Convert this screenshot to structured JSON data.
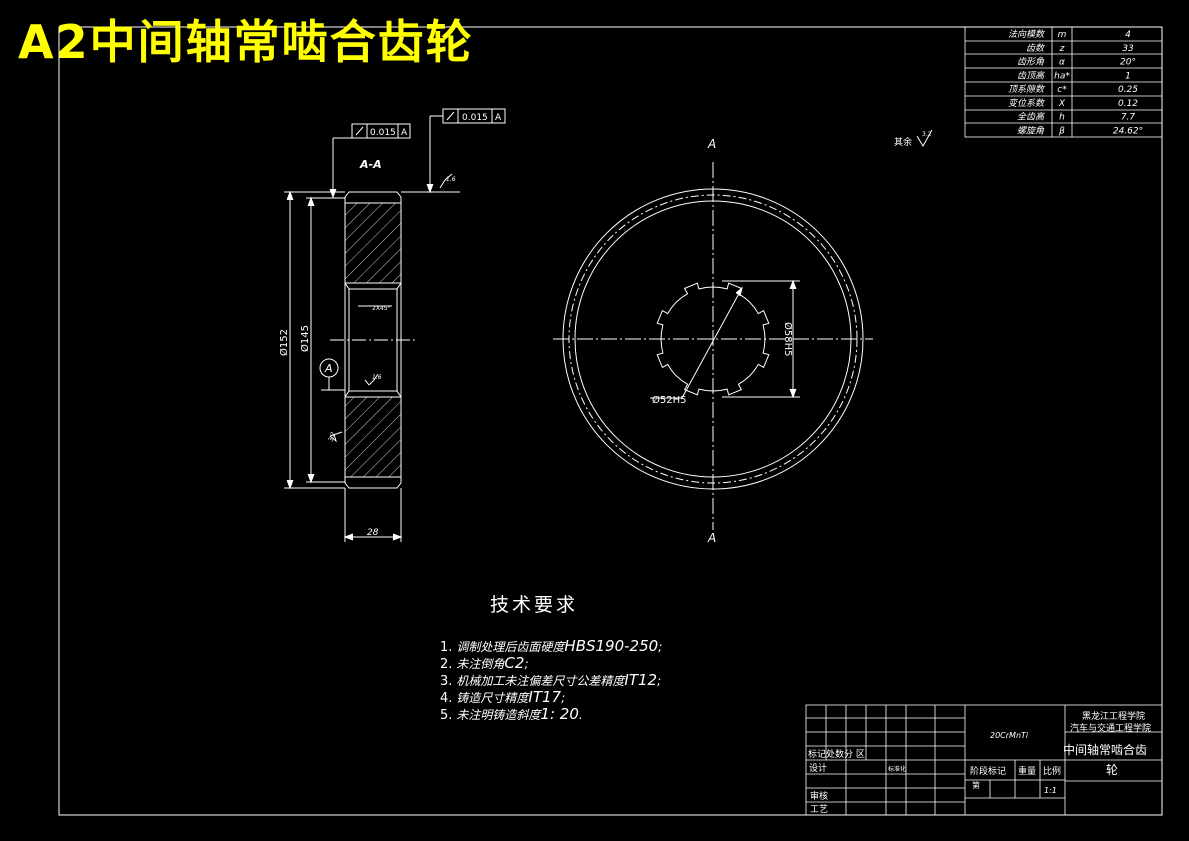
{
  "title": {
    "code": "A2",
    "name": "中间轴常啮合齿轮"
  },
  "params": [
    {
      "label": "法向模数",
      "symbol": "m",
      "value": "4"
    },
    {
      "label": "齿数",
      "symbol": "z",
      "value": "33"
    },
    {
      "label": "齿形角",
      "symbol": "α",
      "value": "20°"
    },
    {
      "label": "齿顶高",
      "symbol": "ha*",
      "value": "1"
    },
    {
      "label": "顶系隙数",
      "symbol": "c*",
      "value": "0.25"
    },
    {
      "label": "变位系数",
      "symbol": "X",
      "value": "0.12"
    },
    {
      "label": "全齿高",
      "symbol": "h",
      "value": "7.7"
    },
    {
      "label": "螺旋角",
      "symbol": "β",
      "value": "24.62°"
    }
  ],
  "section": {
    "label": "A-A",
    "tolerance_value": "0.015",
    "tolerance_datum": "A",
    "dim_outer": "Ø152",
    "dim_inner": "Ø145",
    "dim_width": "28",
    "chamfer": "2X45°",
    "datum_mark": "A",
    "roughness_a": "1.6",
    "roughness_b": "1.6",
    "roughness_c": "3.2"
  },
  "front": {
    "section_mark": "A",
    "dim_spline_outer": "Ø58H5",
    "dim_spline_inner": "Ø52H5"
  },
  "rest": {
    "label": "其余",
    "value": "3.2"
  },
  "requirements": {
    "title": "技术要求",
    "items": [
      {
        "num": "1.",
        "text": "调制处理后齿面硬度",
        "extra": "HBS190-250",
        "suffix": ";"
      },
      {
        "num": "2.",
        "text": "未注倒角",
        "extra": "C2",
        "suffix": ";"
      },
      {
        "num": "3.",
        "text": "机械加工未注偏差尺寸公差精度",
        "extra": "IT12",
        "suffix": ";"
      },
      {
        "num": "4.",
        "text": "铸造尺寸精度",
        "extra": "IT17",
        "suffix": ";"
      },
      {
        "num": "5.",
        "text": "未注明铸造斜度",
        "extra": "1: 20",
        "suffix": "."
      }
    ]
  },
  "title_block": {
    "school": "黑龙江工程学院",
    "dept": "汽车与交通工程学院",
    "material": "20CrMnTi",
    "part_name": "中间轴常啮合齿轮",
    "mark_row": "标记处数分 区",
    "design": "设计",
    "standard": "标准化",
    "stage_label": "阶段标记",
    "weight_label": "重量",
    "scale_label": "比例",
    "scale": "1:1",
    "review": "审核",
    "process": "工艺",
    "sheet": "第"
  },
  "colors": {
    "background": "#000000",
    "line": "#ffffff",
    "title": "#ffff00"
  }
}
